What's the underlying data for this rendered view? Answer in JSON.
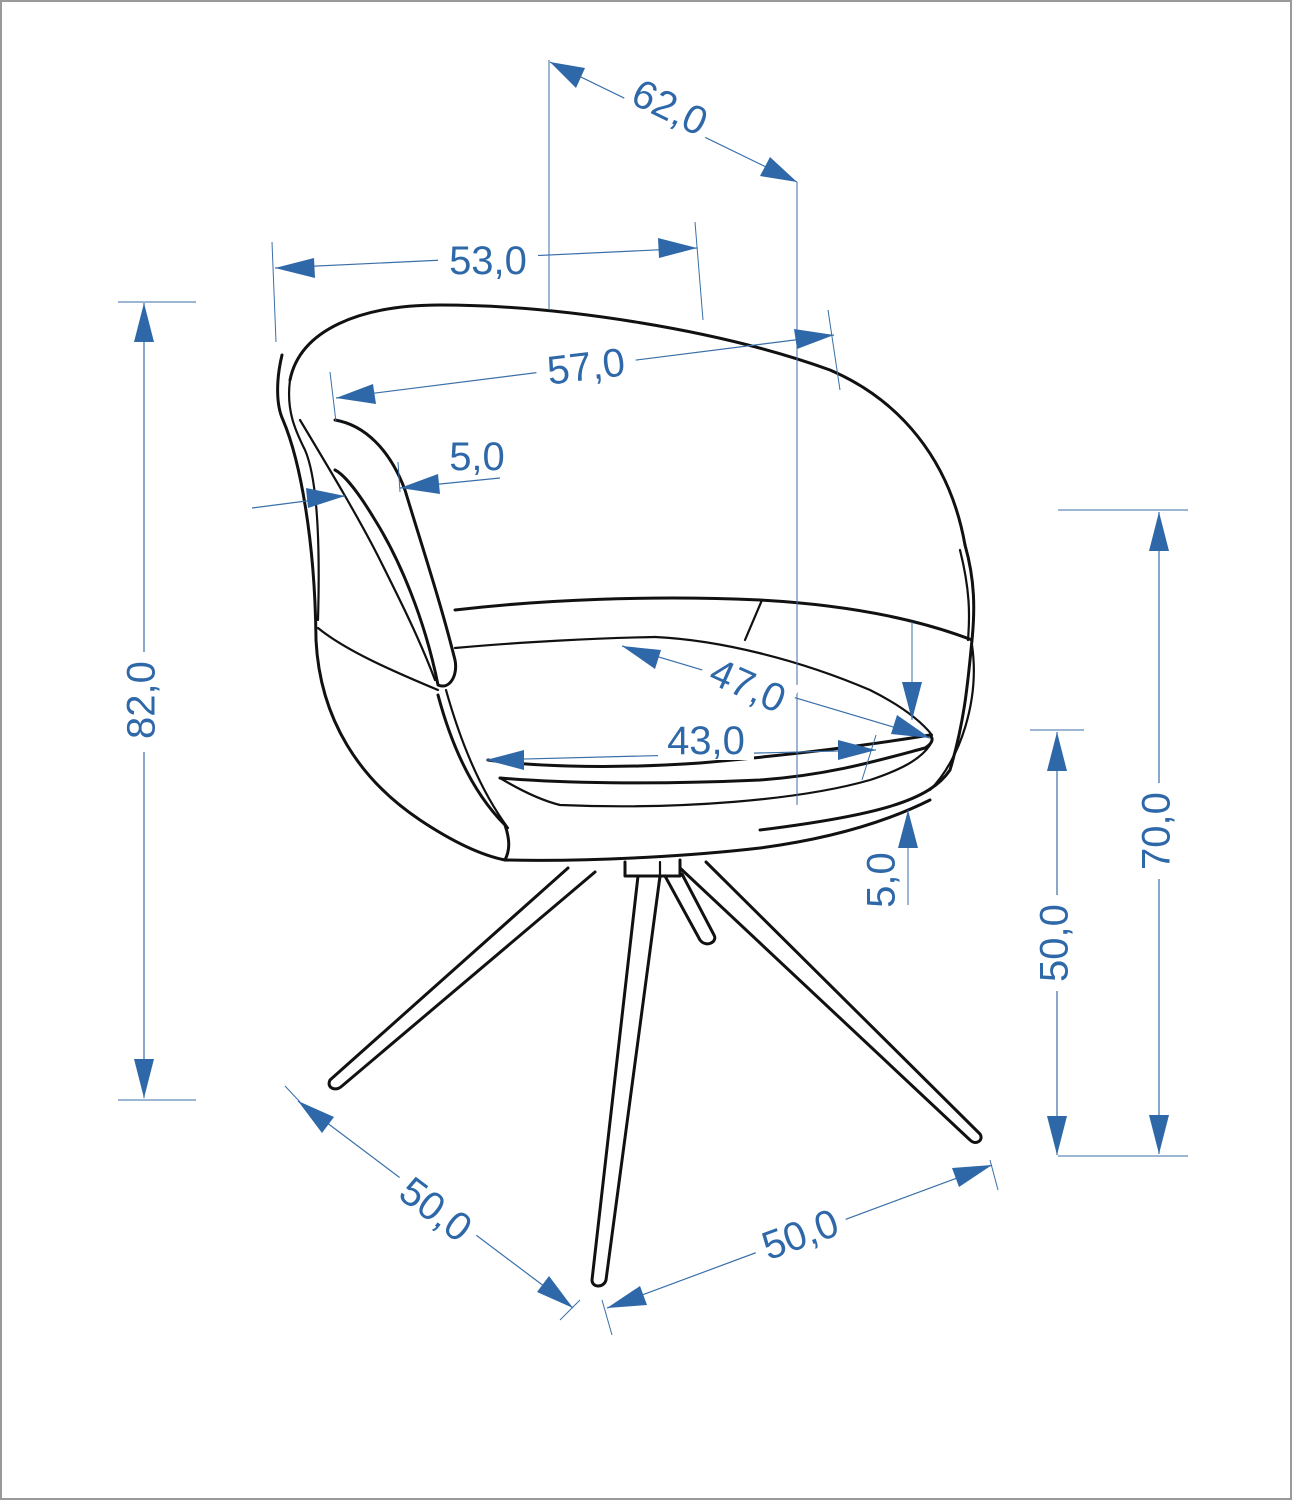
{
  "colors": {
    "outline": "#111111",
    "dimension": "#2f68a8",
    "frame": "#9a9a9a",
    "background": "#ffffff"
  },
  "dimensions": {
    "total_depth": "62,0",
    "back_width": "53,0",
    "inner_width": "57,0",
    "shell_thickness": "5,0",
    "total_height": "82,0",
    "seat_depth": "47,0",
    "seat_width": "43,0",
    "cushion_height": "5,0",
    "seat_height": "50,0",
    "armrest_height": "70,0",
    "base_depth": "50,0",
    "base_width": "50,0"
  }
}
